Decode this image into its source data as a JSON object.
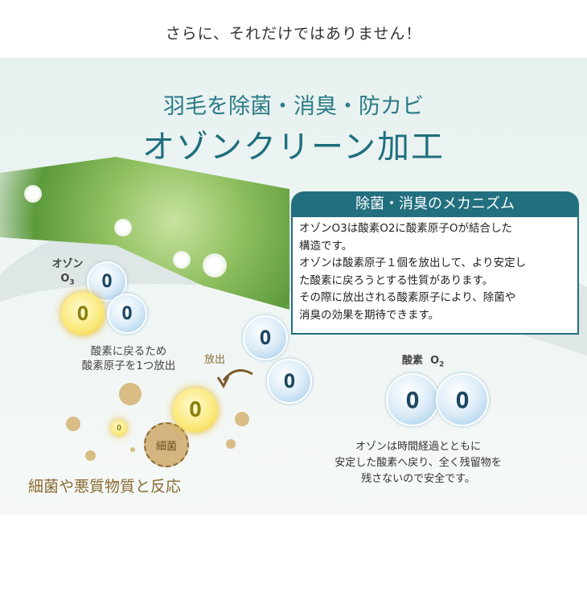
{
  "header": {
    "text": "さらに、それだけではありません！"
  },
  "title": {
    "line1": "羽毛を除菌・消臭・防カビ",
    "line2": "オゾンクリーン加工"
  },
  "mechanism": {
    "heading": "除菌・消臭のメカニズム",
    "lines": [
      "オゾンO3は酸素O2に酸素原子Oが結合した",
      "構造です。",
      "オゾンは酸素原子１個を放出して、より安定し",
      "た酸素に戻ろうとする性質があります。",
      "その際に放出される酸素原子により、除菌や",
      "消臭の効果を期待できます。"
    ]
  },
  "diagram": {
    "ozone_label": "オゾン",
    "ozone_formula": "O",
    "ozone_sub": "3",
    "atom": "O",
    "release_caption": [
      "酸素に戻るため",
      "酸素原子を1つ放出"
    ],
    "release_label": "放出",
    "bacteria": "細菌",
    "reaction": "細菌や悪質物質と反応",
    "oxygen_label": "酸素",
    "oxygen_formula": "O",
    "oxygen_sub": "2",
    "bottom_text": [
      "オゾンは時間経過とともに",
      "安定した酸素へ戻り、全く残留物を",
      "残さないので安全です。"
    ]
  },
  "colors": {
    "teal": "#226f7f",
    "brown": "#8a6a30"
  }
}
